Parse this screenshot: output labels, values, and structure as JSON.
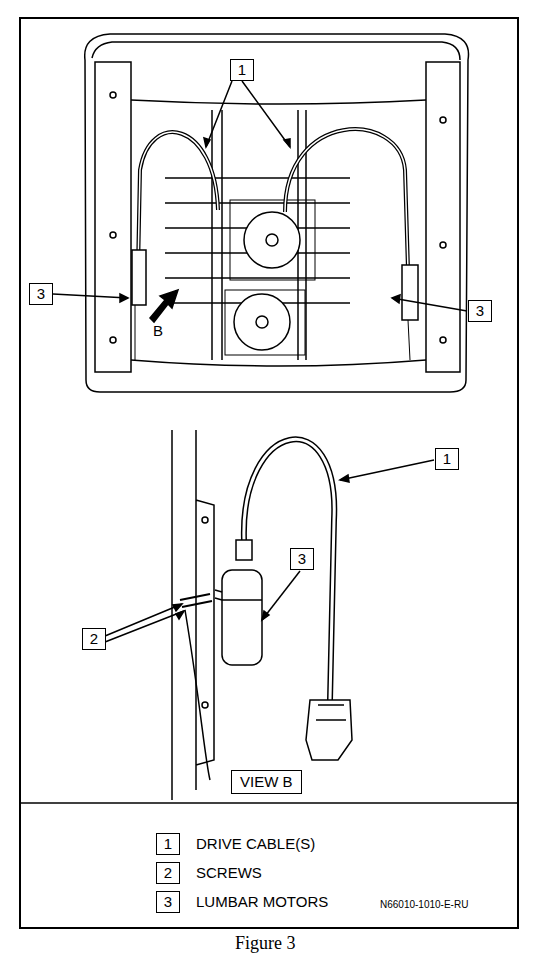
{
  "diagram": {
    "caption": "Figure 3",
    "nodes": [
      {
        "text": [
          "VIEW B"
        ]
      }
    ],
    "labels": [
      "1",
      "3",
      "B",
      "3",
      "1",
      "3",
      "2",
      "1",
      "2",
      "3",
      "N66010-1010-E-RU"
    ],
    "legend": [
      {
        "text": "DRIVE CABLE(S)"
      },
      {
        "text": "SCREWS"
      },
      {
        "text": "LUMBAR MOTORS"
      }
    ]
  }
}
